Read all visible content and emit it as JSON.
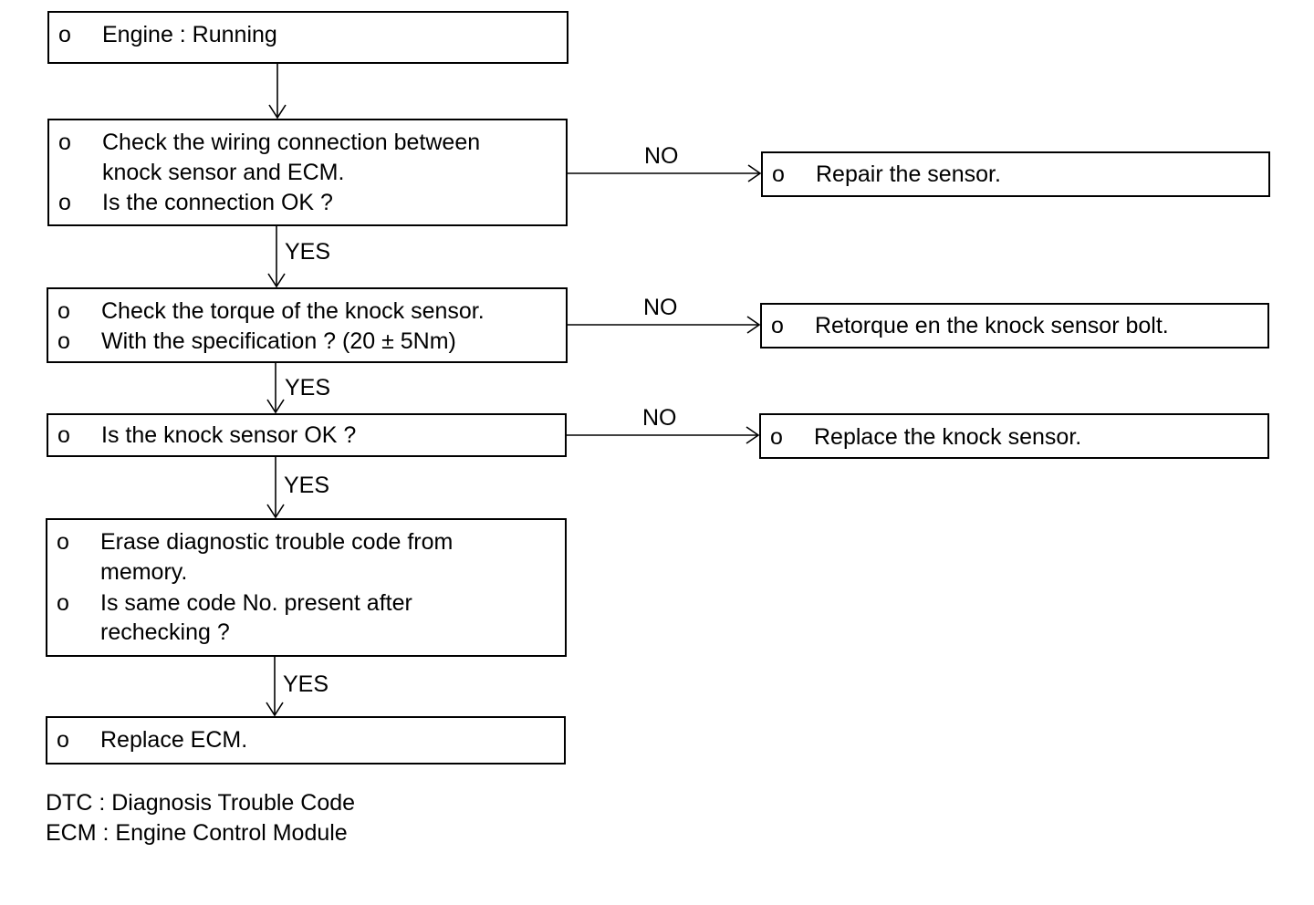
{
  "flowchart": {
    "bullet": "o",
    "step1": {
      "line1": "Engine : Running"
    },
    "step2": {
      "line1": "Check the wiring connection between",
      "line2": "knock sensor and ECM.",
      "line3": "Is the connection OK ?"
    },
    "step3": {
      "line1": "Check the torque of the knock sensor.",
      "line2": "With the specification ? (20 ± 5Nm)"
    },
    "step4": {
      "line1": "Is the knock sensor OK ?"
    },
    "step5": {
      "line1": "Erase diagnostic trouble code from",
      "line2": "memory.",
      "line3": "Is same code No. present after",
      "line4": "rechecking ?"
    },
    "step6": {
      "line1": "Replace ECM."
    },
    "action1": {
      "line1": "Repair the sensor."
    },
    "action2": {
      "line1": "Retorque en the knock sensor bolt."
    },
    "action3": {
      "line1": "Replace the knock sensor."
    },
    "labels": {
      "yes": "YES",
      "no": "NO"
    }
  },
  "legend": {
    "dtc": "DTC : Diagnosis Trouble Code",
    "ecm": "ECM : Engine Control Module"
  }
}
